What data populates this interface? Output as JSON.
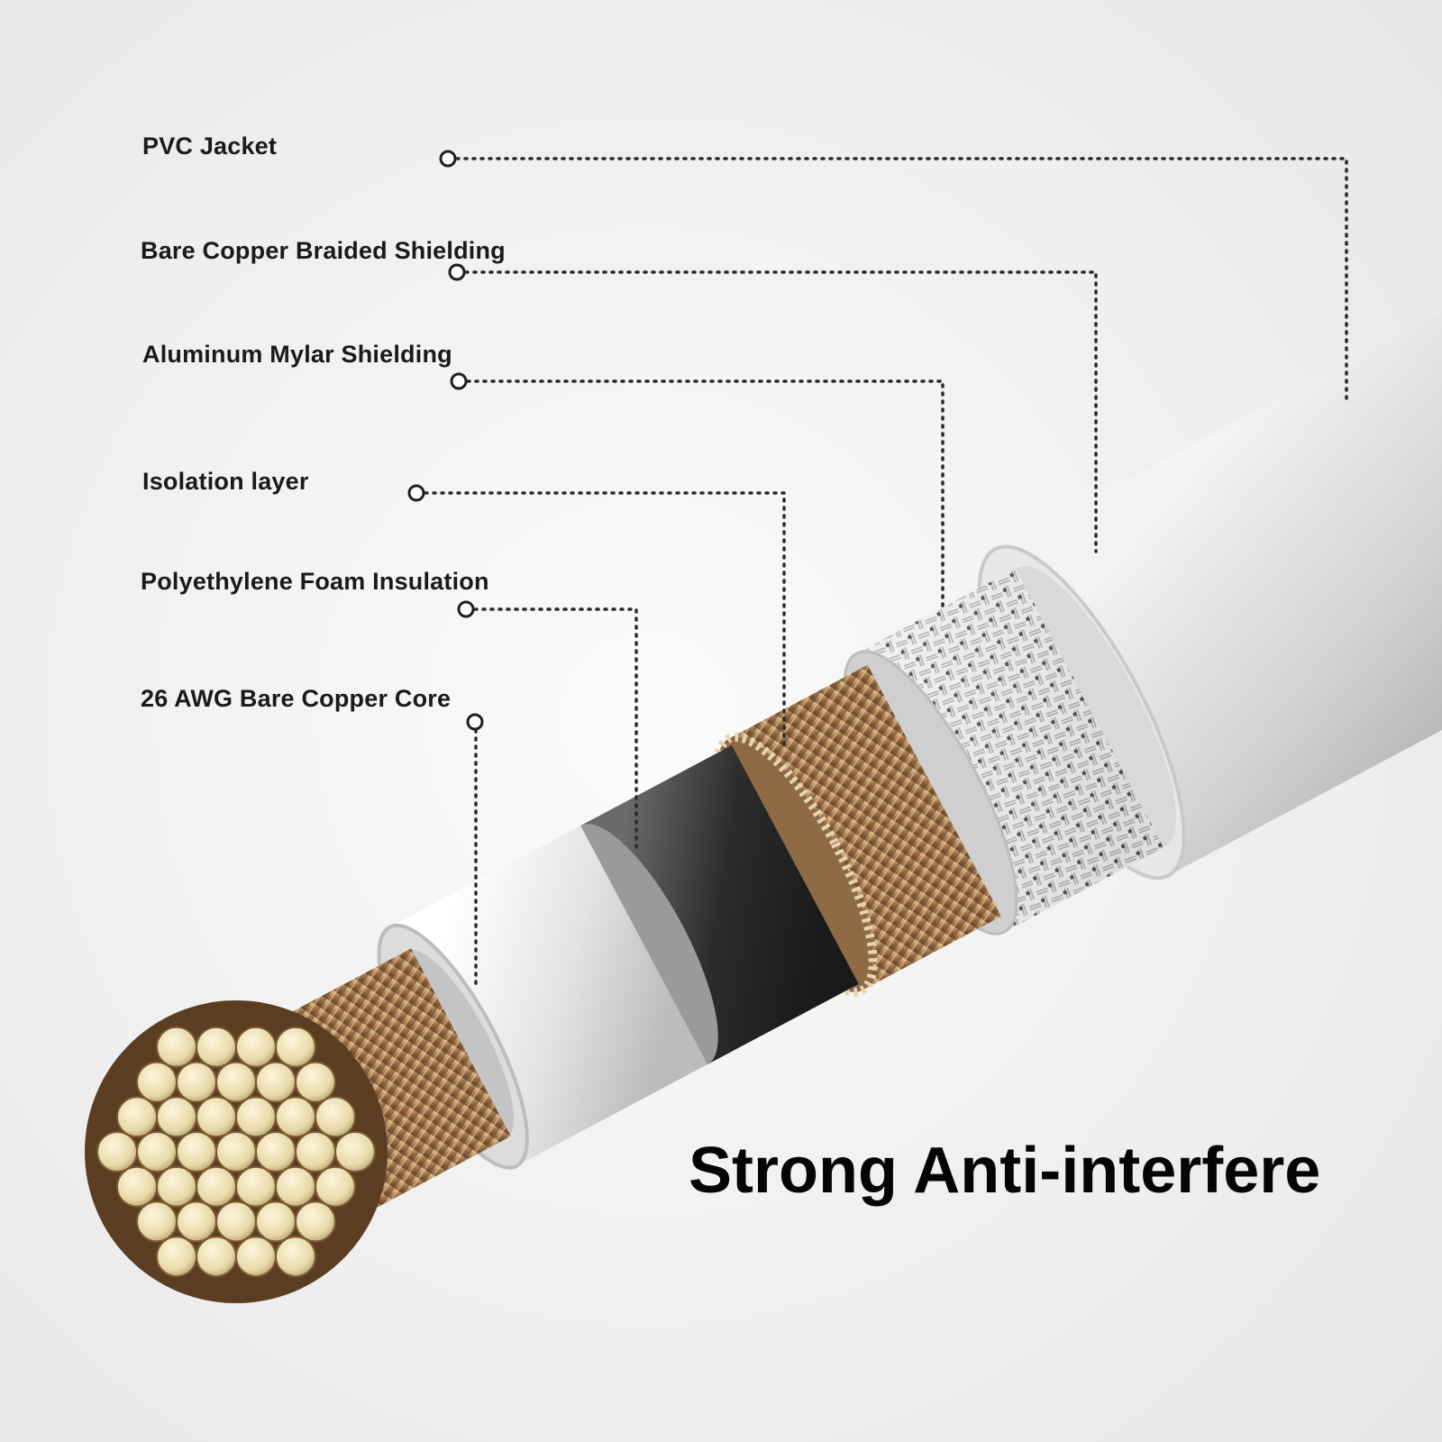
{
  "layers": [
    {
      "id": "pvc-jacket",
      "label": "PVC Jacket"
    },
    {
      "id": "braided-shielding",
      "label": "Bare Copper Braided Shielding"
    },
    {
      "id": "mylar-shielding",
      "label": "Aluminum Mylar Shielding"
    },
    {
      "id": "isolation-layer",
      "label": "Isolation layer"
    },
    {
      "id": "foam-insulation",
      "label": "Polyethylene Foam Insulation"
    },
    {
      "id": "copper-core",
      "label": "26 AWG Bare Copper Core"
    }
  ],
  "tagline": "Strong Anti-interfere",
  "colors": {
    "jacket": "#d6d6d6",
    "braid": "#b9b9b9",
    "copper": "#b8885a",
    "strand_end": "#efe2b8",
    "dark_layer": "#3a3a3a",
    "foam": "#e9e9e9",
    "leader": "#333333"
  },
  "icons": [
    "callout-dot-icon"
  ]
}
